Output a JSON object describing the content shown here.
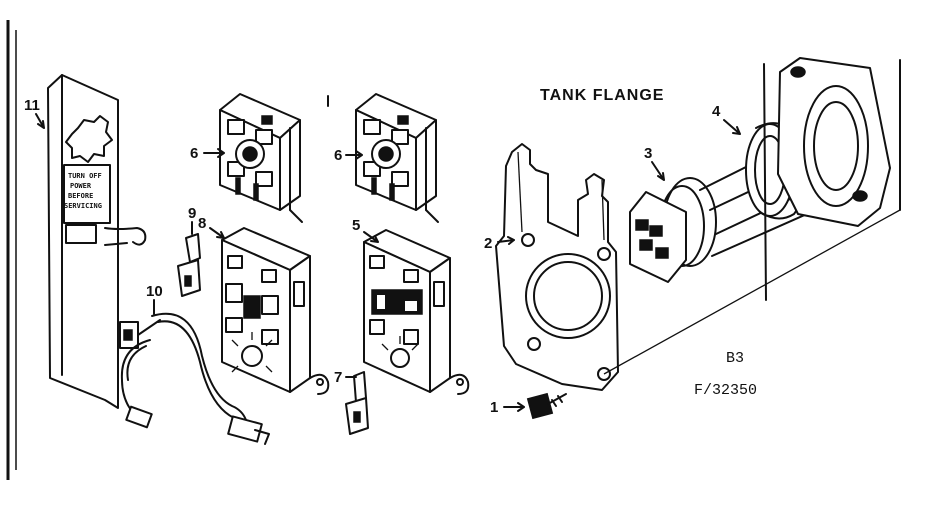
{
  "title": "TANK FLANGE",
  "code": "B3",
  "figure_id": "F/32350",
  "labels": {
    "p1": "1",
    "p2": "2",
    "p3": "3",
    "p4": "4",
    "p5": "5",
    "p6a": "6",
    "p6b": "6",
    "p7": "7",
    "p8": "8",
    "p9": "9",
    "p10": "10",
    "p11": "11"
  },
  "cover_text": [
    "TURN OFF",
    "POWER",
    "BEFORE",
    "SERVICING"
  ]
}
